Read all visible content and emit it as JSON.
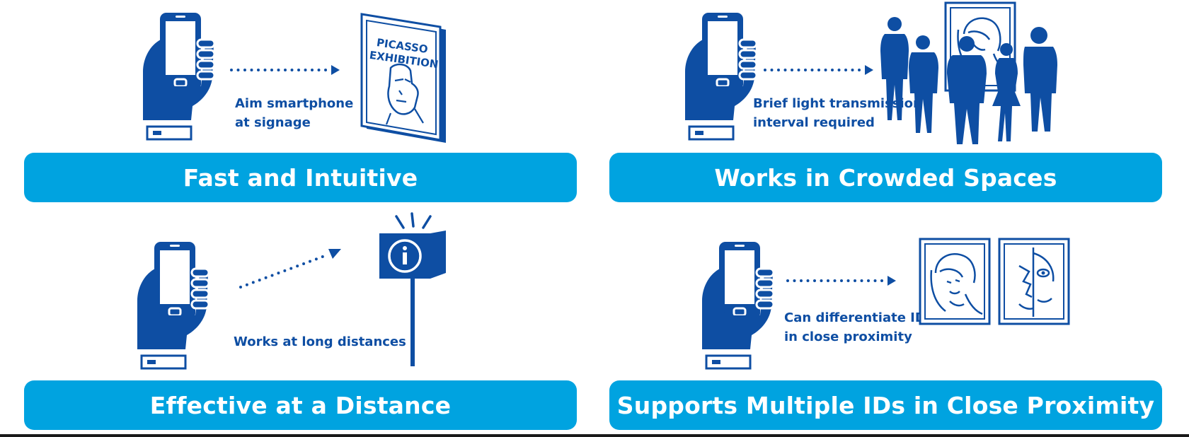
{
  "colors": {
    "accent": "#00a3e0",
    "icon": "#0e4ea3",
    "label_text": "#ffffff"
  },
  "panels": [
    {
      "title": "Fast and Intuitive",
      "caption_lines": [
        "Aim smartphone",
        "at signage"
      ],
      "sign_lines": [
        "PICASSO",
        "EXHIBITION"
      ],
      "icons": [
        "hand-smartphone-icon",
        "dotted-arrow-icon",
        "exhibition-sign-icon"
      ]
    },
    {
      "title": "Works in Crowded Spaces",
      "caption_lines": [
        "Brief light transmission",
        "interval required"
      ],
      "icons": [
        "hand-smartphone-icon",
        "dotted-arrow-icon",
        "crowd-icon",
        "framed-portrait-icon"
      ]
    },
    {
      "title": "Effective at a Distance",
      "caption_lines": [
        "Works at long distances"
      ],
      "icons": [
        "hand-smartphone-icon",
        "dotted-arrow-icon",
        "info-signpost-icon"
      ]
    },
    {
      "title": "Supports Multiple IDs in Close Proximity",
      "caption_lines": [
        "Can differentiate IDs",
        "in close proximity"
      ],
      "icons": [
        "hand-smartphone-icon",
        "dotted-arrow-icon",
        "framed-portrait-icon",
        "framed-portrait-icon"
      ]
    }
  ]
}
